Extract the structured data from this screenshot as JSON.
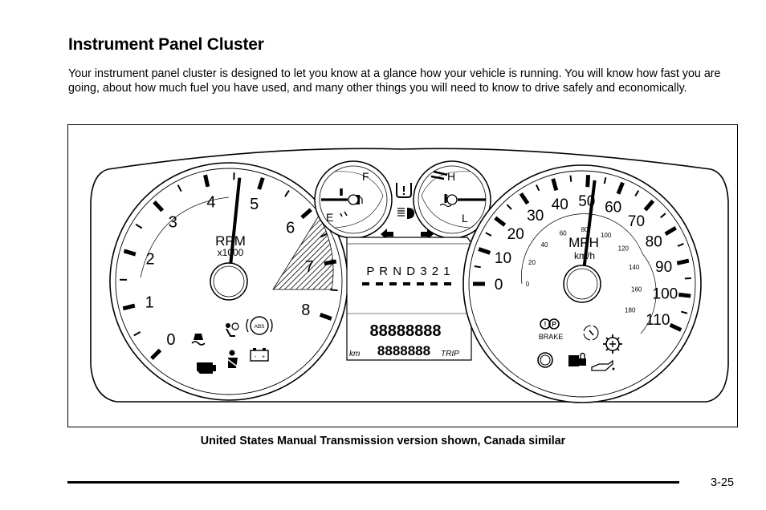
{
  "page": {
    "title": "Instrument Panel Cluster",
    "intro": "Your instrument panel cluster is designed to let you know at a glance how your vehicle is running. You will know how fast you are going, about how much fuel you have used, and many other things you will need to know to drive safely and economically.",
    "caption": "United States Manual Transmission version shown, Canada similar",
    "page_number": "3-25"
  },
  "cluster": {
    "tach": {
      "labels": [
        "0",
        "1",
        "2",
        "3",
        "4",
        "5",
        "6",
        "7",
        "8"
      ],
      "unit": "RPM",
      "multiplier": "x1000",
      "needle_value": 4.6
    },
    "speedo": {
      "mph_labels": [
        "0",
        "10",
        "20",
        "30",
        "40",
        "50",
        "60",
        "70",
        "80",
        "90",
        "100",
        "110"
      ],
      "kmh_labels": [
        "0",
        "20",
        "40",
        "60",
        "80",
        "100",
        "120",
        "140",
        "160",
        "180"
      ],
      "unit": "MPH",
      "unit2": "km/h",
      "needle_value": 52,
      "brake_label": "BRAKE"
    },
    "fuel": {
      "full": "F",
      "empty": "E"
    },
    "temp": {
      "high": "H",
      "low": "L"
    },
    "prnd": "P R N D 3 2 1",
    "odometer": {
      "km_label": "km",
      "trip_label": "TRIP",
      "top_digits": "88888888",
      "bottom_digits": "8888888"
    },
    "abs_label": "ABS"
  }
}
